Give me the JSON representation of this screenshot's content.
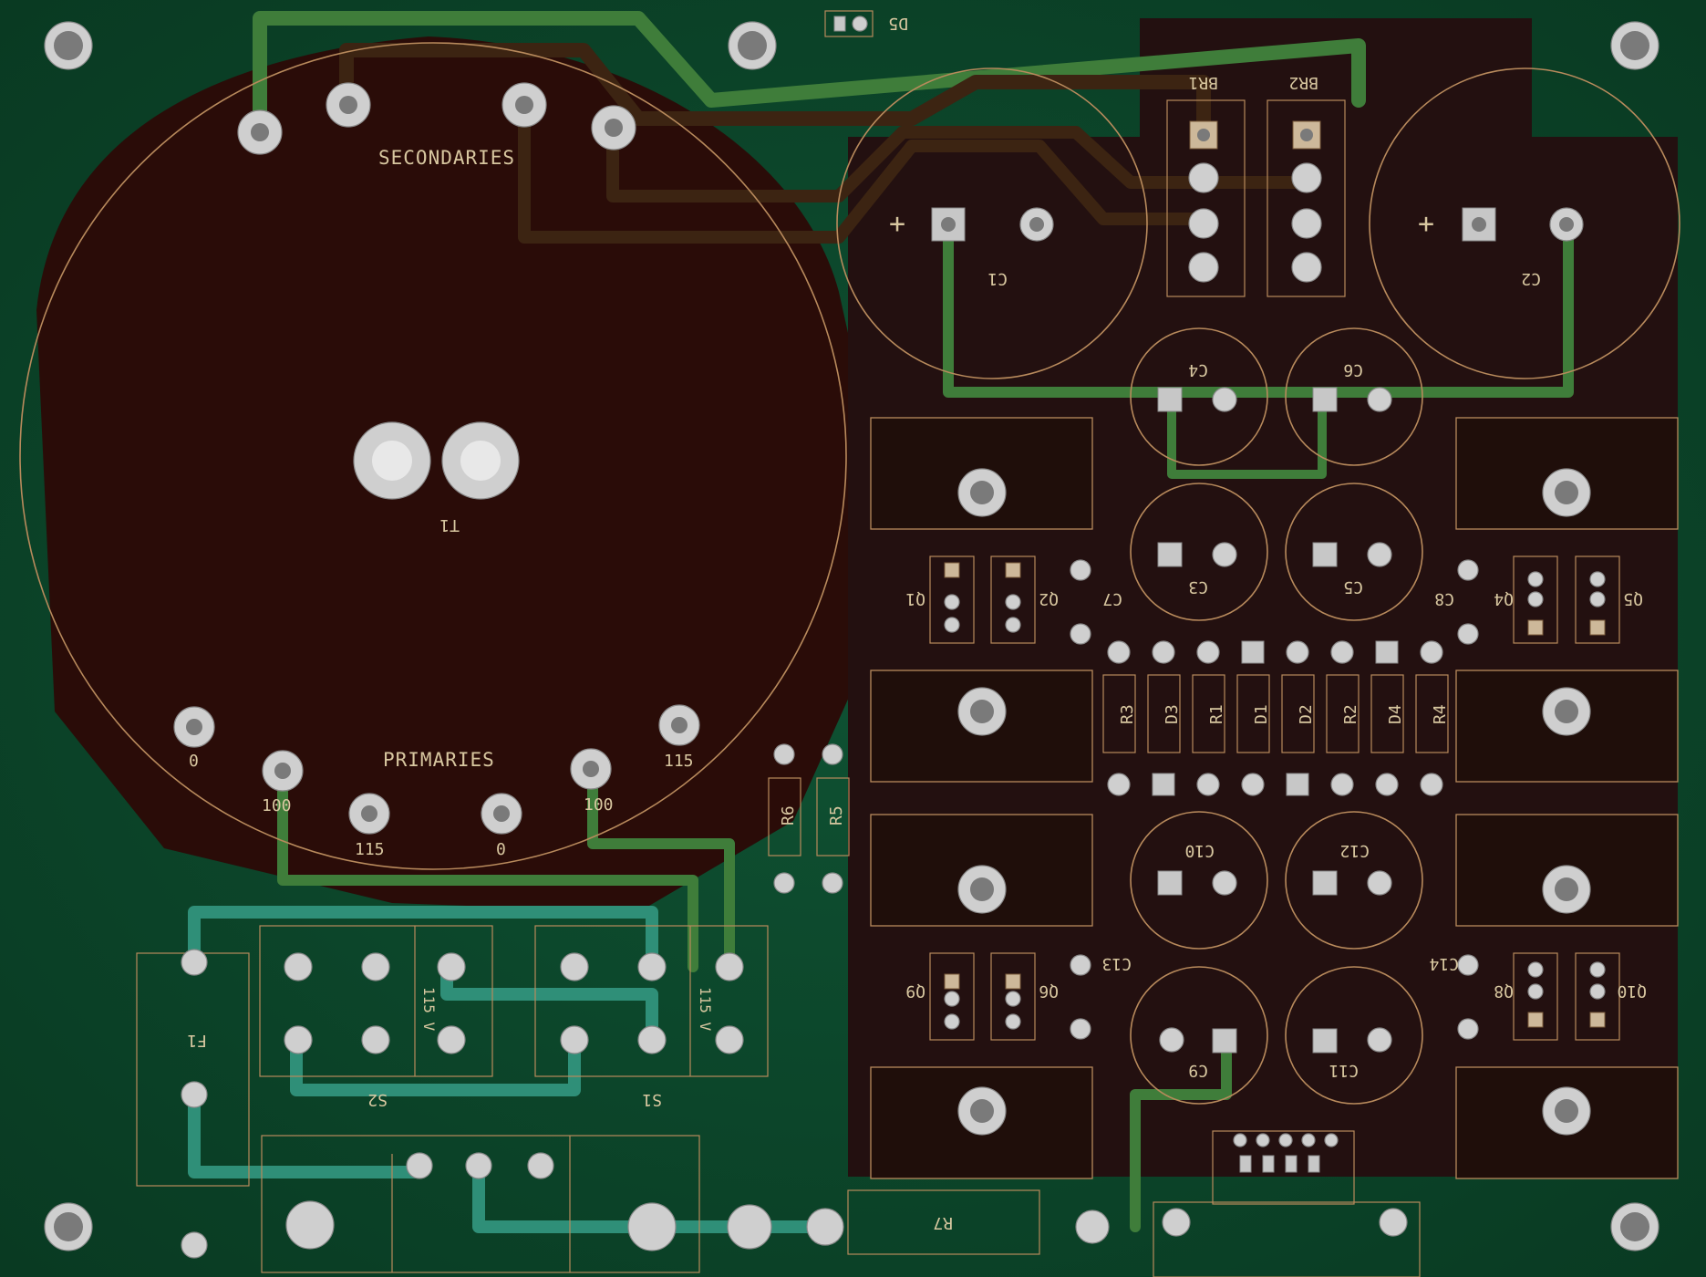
{
  "image": {
    "subject": "pcb-power-supply-board",
    "colors": {
      "solder_mask": "#0d4a2c",
      "copper_plane": "#2a0c08",
      "silkscreen": "#d8c7a0",
      "trace_green": "#3f7d3a",
      "trace_teal": "#2f8f78",
      "pad_metal": "#cfcfcf"
    }
  },
  "labels": {
    "transformer": "T1",
    "secondaries": "SECONDARIES",
    "primaries": "PRIMARIES",
    "tap_0_left": "0",
    "tap_100_left": "100",
    "tap_115_left": "115",
    "tap_0_mid": "0",
    "tap_100_right": "100",
    "tap_115_right": "115",
    "fuse": "F1",
    "switch_s1": "S1",
    "switch_s2": "S2",
    "volt_115_a": "115 V",
    "volt_115_b": "115 V",
    "d5": "D5",
    "br1": "BR1",
    "br2": "BR2",
    "c1": "C1",
    "c2": "C2",
    "c3": "C3",
    "c4": "C4",
    "c5": "C5",
    "c6": "C6",
    "c7": "C7",
    "c8": "C8",
    "c9": "C9",
    "c10": "C10",
    "c11": "C11",
    "c12": "C12",
    "c13": "C13",
    "c14": "C14",
    "q1": "Q1",
    "q2": "Q2",
    "q4": "Q4",
    "q5": "Q5",
    "q6": "Q6",
    "q8": "Q8",
    "q9": "Q9",
    "q10": "Q10",
    "r1": "R1",
    "r2": "R2",
    "r3": "R3",
    "r4": "R4",
    "r5": "R5",
    "r6": "R6",
    "r7": "R7",
    "d1": "D1",
    "d2": "D2",
    "d3": "D3",
    "d4": "D4",
    "plus_c1": "+",
    "plus_c2": "+"
  }
}
